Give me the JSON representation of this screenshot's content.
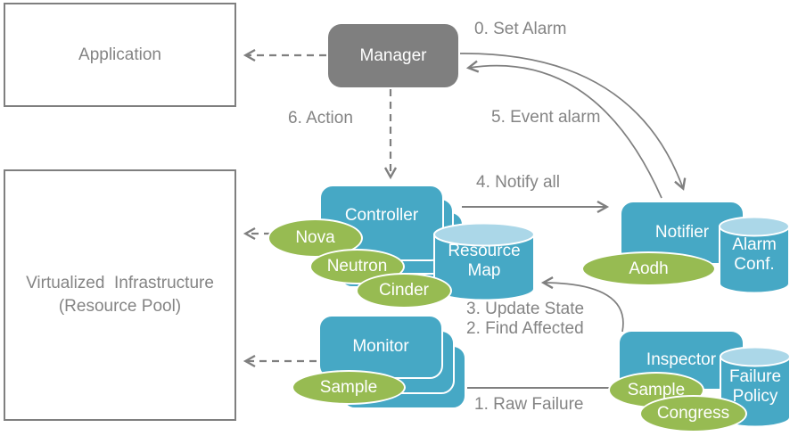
{
  "colors": {
    "teal": "#46A8C5",
    "teal_light": "#ABD7E8",
    "green": "#97BB52",
    "node_gray": "#7F7F7F",
    "label_gray": "#848484",
    "outline_white": "#FFFFFF"
  },
  "nodes": {
    "application": {
      "label": "Application"
    },
    "virtualized_infrastructure": {
      "line1": "Virtualized  Infrastructure",
      "line2": "(Resource Pool)"
    },
    "manager": {
      "label": "Manager"
    },
    "controller": {
      "label": "Controller"
    },
    "monitor": {
      "label": "Monitor"
    },
    "notifier": {
      "label": "Notifier"
    },
    "inspector": {
      "label": "Inspector"
    },
    "resource_map": {
      "line1": "Resource",
      "line2": "Map"
    },
    "alarm_conf": {
      "line1": "Alarm",
      "line2": "Conf."
    },
    "failure_policy": {
      "line1": "Failure",
      "line2": "Policy"
    }
  },
  "ellipses": {
    "nova": "Nova",
    "neutron": "Neutron",
    "cinder": "Cinder",
    "monitor_sample": "Sample",
    "aodh": "Aodh",
    "inspector_sample": "Sample",
    "congress": "Congress"
  },
  "flow_labels": {
    "set_alarm": "0. Set Alarm",
    "raw_failure": "1. Raw Failure",
    "find_affected": "2. Find Affected",
    "update_state": "3. Update State",
    "notify_all": "4. Notify all",
    "event_alarm": "5. Event alarm",
    "action": "6. Action"
  }
}
